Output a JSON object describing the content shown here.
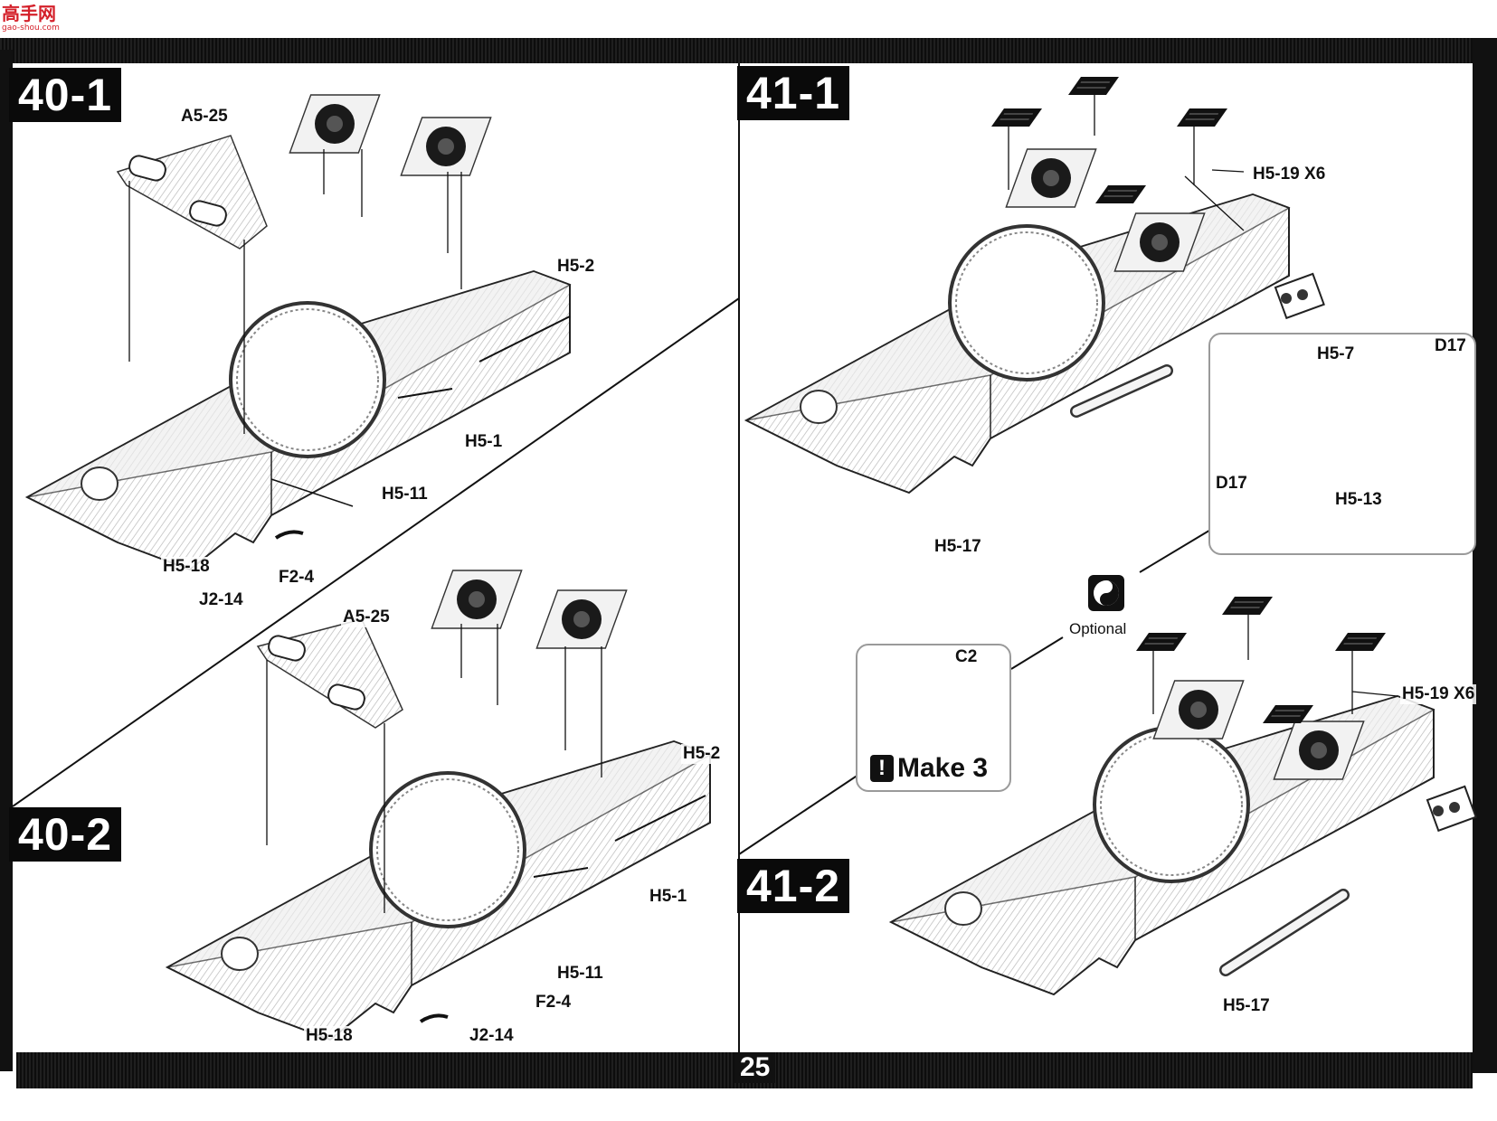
{
  "watermark": {
    "text": "高手网",
    "subtext": "gao-shou.com"
  },
  "page_number": "25",
  "steps": {
    "s40_1": "40-1",
    "s40_2": "40-2",
    "s41_1": "41-1",
    "s41_2": "41-2"
  },
  "labels_40_1": {
    "a5_25": "A5-25",
    "h5_2": "H5-2",
    "h5_1": "H5-1",
    "h5_11": "H5-11",
    "h5_18": "H5-18",
    "f2_4": "F2-4",
    "j2_14": "J2-14"
  },
  "labels_40_2": {
    "a5_25": "A5-25",
    "h5_2": "H5-2",
    "h5_1": "H5-1",
    "h5_11": "H5-11",
    "f2_4": "F2-4",
    "h5_18": "H5-18",
    "j2_14": "J2-14"
  },
  "labels_41_1": {
    "h5_19": "H5-19 X6",
    "h5_7": "H5-7",
    "d17_top": "D17",
    "d17_bottom": "D17",
    "h5_13": "H5-13",
    "h5_17": "H5-17"
  },
  "labels_41_2": {
    "h5_19": "H5-19 X6",
    "h5_17": "H5-17"
  },
  "optional": {
    "label": "Optional",
    "icon": "yin-yang-icon"
  },
  "make_box": {
    "part": "C2",
    "make_label": "Make 3",
    "icon": "exclamation-icon"
  },
  "colors": {
    "ink": "#111111",
    "band": "#0a0a0a",
    "hatch": "#c8c8c8",
    "watermark": "#d4202a"
  }
}
